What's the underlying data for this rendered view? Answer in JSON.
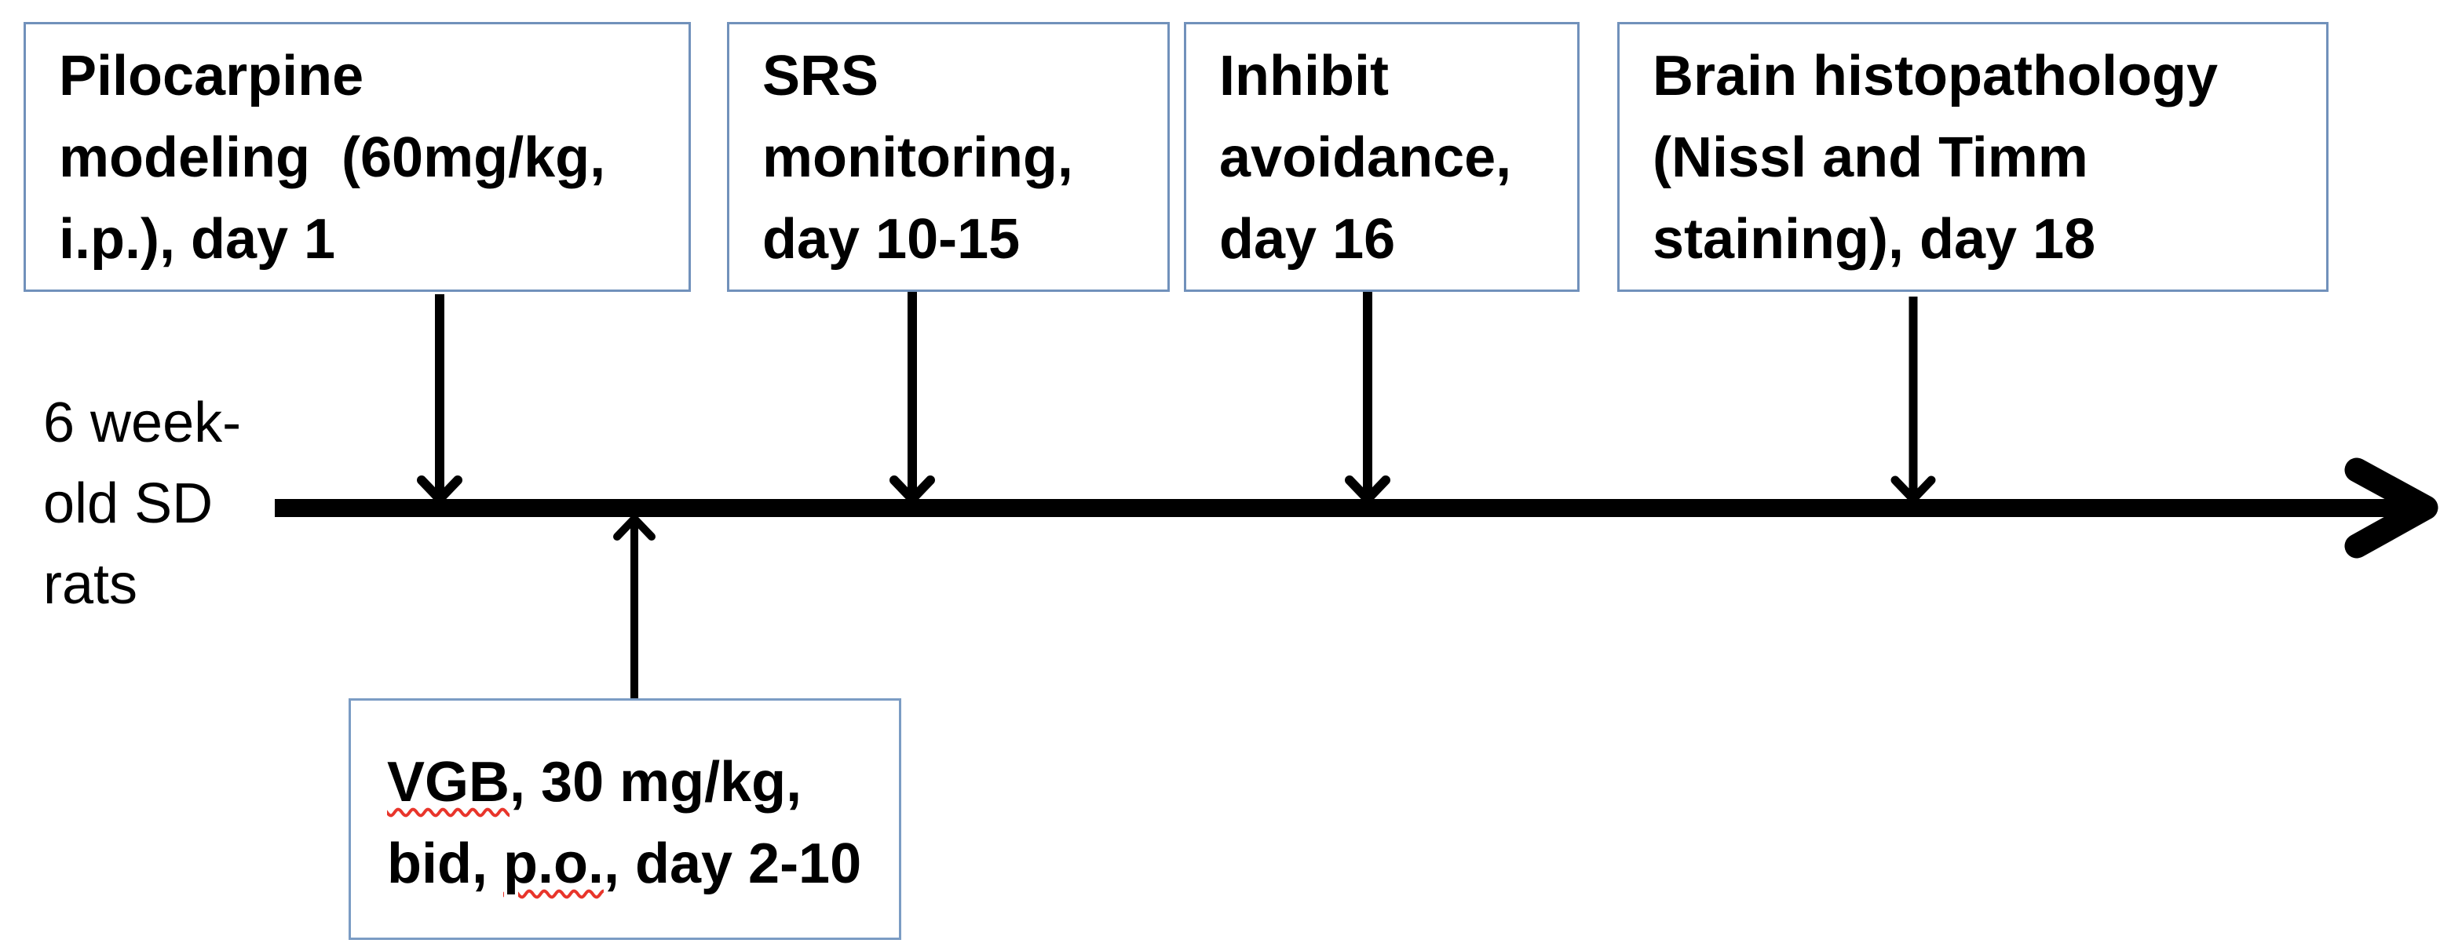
{
  "colors": {
    "background": "#ffffff",
    "box_border": "#7191bb",
    "treatment_box_border": "#7b9cc4",
    "arrow": "#000000",
    "text": "#000000",
    "spellcheck_underline": "#e8352b"
  },
  "subject_label": {
    "line1": "6 week-",
    "line2": "old SD",
    "line3": "rats"
  },
  "event_boxes": [
    {
      "lines": [
        "Pilocarpine",
        "modeling  (60mg/kg,",
        "i.p.), day 1"
      ]
    },
    {
      "lines": [
        "SRS",
        "monitoring,",
        "day 10-15"
      ]
    },
    {
      "lines": [
        "Inhibit",
        "avoidance,",
        "day 16"
      ]
    },
    {
      "lines": [
        "Brain histopathology",
        "(Nissl and Timm",
        "staining), day 18"
      ]
    }
  ],
  "treatment_box": {
    "line1": {
      "drug": "VGB",
      "rest": ", 30 mg/kg,"
    },
    "line2": {
      "pre": "bid, ",
      "route": "p.o.",
      "rest": ", day 2-10"
    }
  }
}
